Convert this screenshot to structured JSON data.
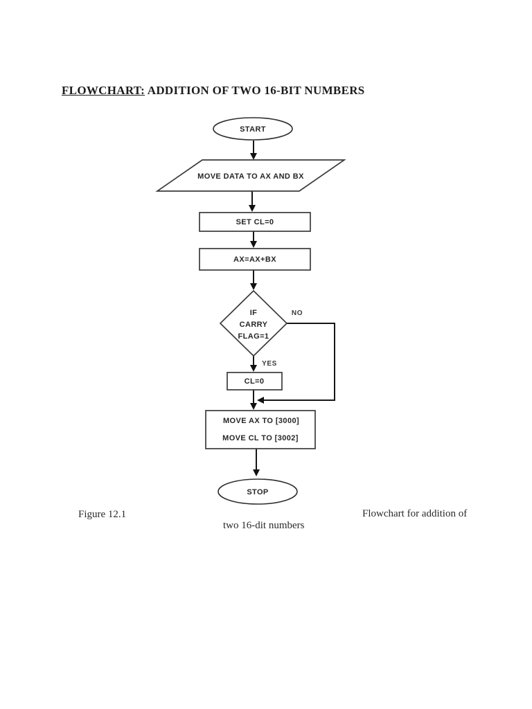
{
  "title": {
    "keyword": "FLOWCHART:",
    "rest": " ADDITION OF TWO 16-BIT NUMBERS"
  },
  "flowchart": {
    "nodes": [
      {
        "id": "start",
        "shape": "terminator",
        "label": "START"
      },
      {
        "id": "move-data",
        "shape": "parallelogram",
        "label": "MOVE DATA TO AX AND BX"
      },
      {
        "id": "set-cl",
        "shape": "process",
        "label": "SET CL=0"
      },
      {
        "id": "add",
        "shape": "process",
        "label": "AX=AX+BX"
      },
      {
        "id": "decision",
        "shape": "diamond",
        "lines": [
          "IF",
          "CARRY",
          "FLAG=1"
        ]
      },
      {
        "id": "cl-zero",
        "shape": "process",
        "label": "CL=0"
      },
      {
        "id": "store",
        "shape": "process",
        "lines": [
          "MOVE AX TO [3000]",
          "MOVE CL TO [3002]"
        ]
      },
      {
        "id": "stop",
        "shape": "terminator",
        "label": "STOP"
      }
    ],
    "branch_labels": {
      "no": "NO",
      "yes": "YES"
    }
  },
  "caption": {
    "figure": "Figure 12.1",
    "text_line1": "Flowchart for addition of",
    "text_line2": "two 16-dit numbers"
  },
  "colors": {
    "background": "#ffffff",
    "ink": "#161616",
    "shape_stroke": "#3a3a3a"
  }
}
